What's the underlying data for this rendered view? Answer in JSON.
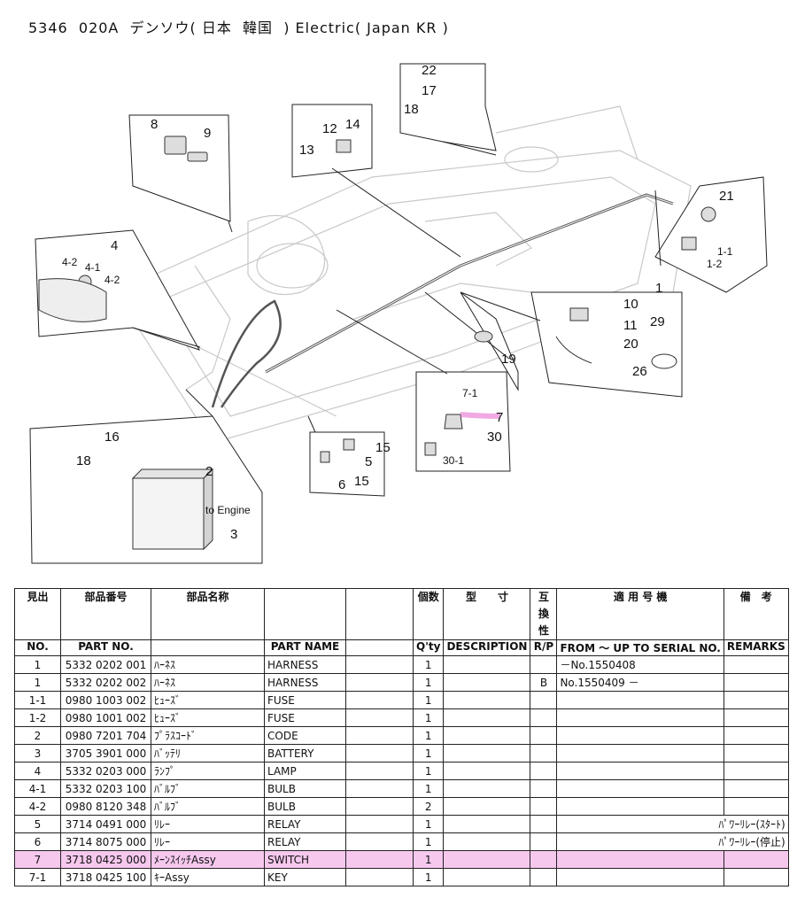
{
  "title": "5346  020A  デンソウ( 日本  韓国  ) Electric( Japan KR )",
  "diagram": {
    "callouts": [
      "22",
      "17",
      "18",
      "12",
      "14",
      "13",
      "8",
      "9",
      "21",
      "1-1",
      "1-2",
      "1",
      "4",
      "4-2",
      "4-1",
      "4-2",
      "10",
      "11",
      "20",
      "29",
      "26",
      "19",
      "7-1",
      "7",
      "30",
      "30-1",
      "16",
      "18",
      "2",
      "to Engine",
      "3",
      "15",
      "5",
      "6",
      "15"
    ]
  },
  "table": {
    "header_jp": {
      "no": "見出",
      "part": "部品番号",
      "name_jp": "部品名称",
      "qty": "個数",
      "desc": "型　　寸",
      "rp": [
        "互",
        "換",
        "性"
      ],
      "serial": "適 用 号 機",
      "remarks": "備　考"
    },
    "header_en": {
      "no": "NO.",
      "part": "PART NO.",
      "name": "PART NAME",
      "qty": "Q'ty",
      "desc": "DESCRIPTION",
      "rp": "R/P",
      "serial": "FROM ～ UP TO SERIAL NO.",
      "remarks": "REMARKS"
    },
    "rows": [
      {
        "no": "1",
        "part": "5332 0202 001",
        "jp": "ﾊｰﾈｽ",
        "name": "HARNESS",
        "qty": "1",
        "rp": "",
        "serial": "－No.1550408",
        "remarks": ""
      },
      {
        "no": "1",
        "part": "5332 0202 002",
        "jp": "ﾊｰﾈｽ",
        "name": "HARNESS",
        "qty": "1",
        "rp": "B",
        "serial": "No.1550409 －",
        "remarks": ""
      },
      {
        "no": "1-1",
        "part": "0980 1003 002",
        "jp": "ﾋｭｰｽﾞ",
        "name": "FUSE",
        "qty": "1",
        "rp": "",
        "serial": "",
        "remarks": ""
      },
      {
        "no": "1-2",
        "part": "0980 1001 002",
        "jp": "ﾋｭｰｽﾞ",
        "name": "FUSE",
        "qty": "1",
        "rp": "",
        "serial": "",
        "remarks": ""
      },
      {
        "no": "2",
        "part": "0980 7201 704",
        "jp": "ﾌﾟﾗｽｺｰﾄﾞ",
        "name": "CODE",
        "qty": "1",
        "rp": "",
        "serial": "",
        "remarks": ""
      },
      {
        "no": "3",
        "part": "3705 3901 000",
        "jp": "ﾊﾞｯﾃﾘ",
        "name": "BATTERY",
        "qty": "1",
        "rp": "",
        "serial": "",
        "remarks": ""
      },
      {
        "no": "4",
        "part": "5332 0203 000",
        "jp": "ﾗﾝﾌﾟ",
        "name": "LAMP",
        "qty": "1",
        "rp": "",
        "serial": "",
        "remarks": ""
      },
      {
        "no": "4-1",
        "part": "5332 0203 100",
        "jp": "ﾊﾞﾙﾌﾞ",
        "name": "BULB",
        "qty": "1",
        "rp": "",
        "serial": "",
        "remarks": ""
      },
      {
        "no": "4-2",
        "part": "0980 8120 348",
        "jp": "ﾊﾞﾙﾌﾞ",
        "name": "BULB",
        "qty": "2",
        "rp": "",
        "serial": "",
        "remarks": ""
      },
      {
        "no": "5",
        "part": "3714 0491 000",
        "jp": "ﾘﾚｰ",
        "name": "RELAY",
        "qty": "1",
        "rp": "",
        "serial": "",
        "remarks": "ﾊﾟﾜｰﾘﾚｰ(ｽﾀｰﾄ)"
      },
      {
        "no": "6",
        "part": "3714 8075 000",
        "jp": "ﾘﾚｰ",
        "name": "RELAY",
        "qty": "1",
        "rp": "",
        "serial": "",
        "remarks": "ﾊﾟﾜｰﾘﾚｰ(停止)"
      },
      {
        "no": "7",
        "part": "3718 0425 000",
        "jp": "ﾒｰﾝｽｲｯﾁAssy",
        "name": "SWITCH",
        "qty": "1",
        "rp": "",
        "serial": "",
        "remarks": "",
        "highlight": true
      },
      {
        "no": "7-1",
        "part": "3718 0425 100",
        "jp": "ｷｰAssy",
        "name": "KEY",
        "qty": "1",
        "rp": "",
        "serial": "",
        "remarks": ""
      }
    ]
  },
  "colors": {
    "highlight": "#f6c8ee",
    "ink": "#222222",
    "marker": "#e040c0"
  }
}
